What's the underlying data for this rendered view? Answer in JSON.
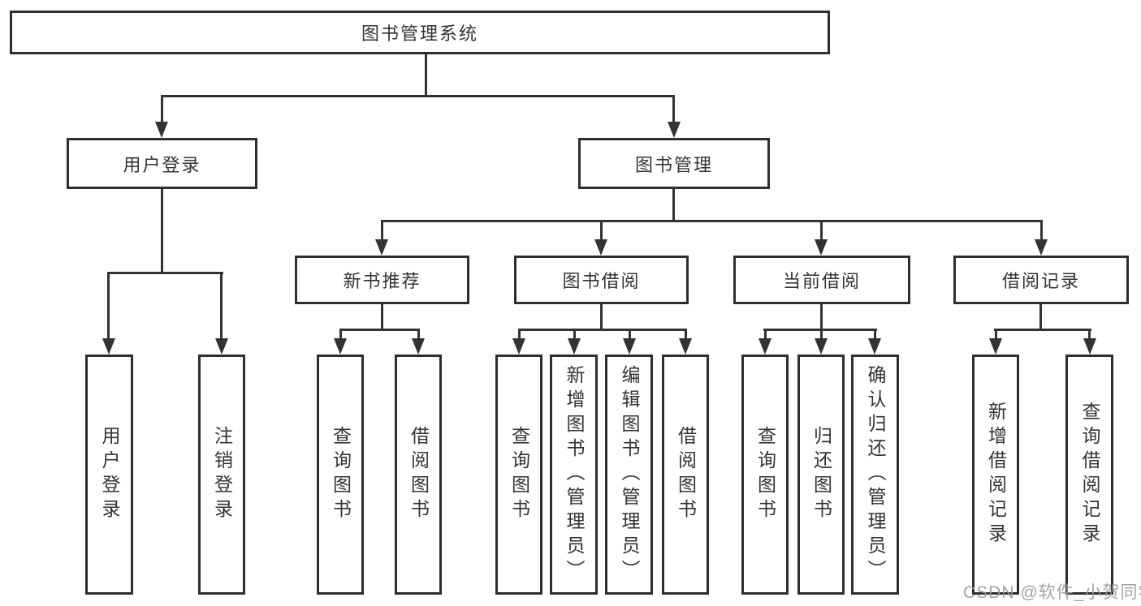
{
  "diagram": {
    "root": {
      "label": "图书管理系统"
    },
    "level2": [
      {
        "label": "用户登录"
      },
      {
        "label": "图书管理"
      }
    ],
    "level3": [
      {
        "label": "新书推荐"
      },
      {
        "label": "图书借阅"
      },
      {
        "label": "当前借阅"
      },
      {
        "label": "借阅记录"
      }
    ],
    "leaves": {
      "user_login": [
        "用户登录",
        "注销登录"
      ],
      "new_book": [
        "查询图书",
        "借阅图书"
      ],
      "book_borrow": [
        "查询图书",
        "新增图书（管理员）",
        "编辑图书（管理员）",
        "借阅图书"
      ],
      "current_borrow": [
        "查询图书",
        "归还图书",
        "确认归还（管理员）"
      ],
      "borrow_records": [
        "新增借阅记录",
        "查询借阅记录"
      ]
    },
    "watermark": "CSDN @软件_小贺同学",
    "colors": {
      "line": "#333333",
      "box_border": "#2e2e2e",
      "background": "#ffffff",
      "text": "#333333",
      "watermark": "#989898"
    }
  }
}
